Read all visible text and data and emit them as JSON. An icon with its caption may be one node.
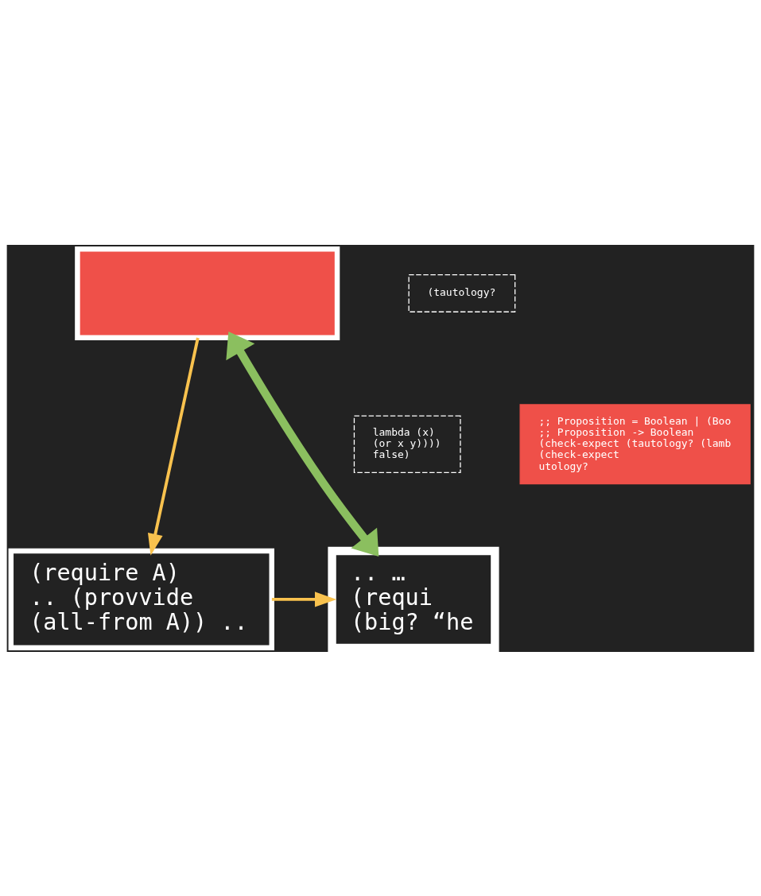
{
  "diagram": {
    "nodes": [
      {
        "text": [],
        "shape": "box"
      },
      {
        "text": [
          "(tautology?"
        ]
      },
      {
        "text": [
          "lambda (x)",
          "(or x y))))",
          "false)"
        ]
      },
      {
        "text": [
          ";; Proposition = Boolean | (Boo",
          ";; Proposition -> Boolean",
          "(check-expect (tautology? (lamb",
          "(check-expect",
          "utology?"
        ]
      },
      {
        "text": [
          "(require A)",
          ".. (provvide",
          "(all-from A)) .."
        ]
      },
      {
        "text": [
          ".. …",
          "(requi",
          "(big? “he"
        ]
      }
    ],
    "edges": [
      {
        "from": 0,
        "to": 4,
        "arrow": "to",
        "color": "#f9c24e"
      },
      {
        "from": 4,
        "to": 5,
        "arrow": "to",
        "color": "#f9c24e"
      },
      {
        "from": 0,
        "to": 5,
        "arrow": "both",
        "style": "thick",
        "color": "#8bbf5f"
      }
    ]
  }
}
